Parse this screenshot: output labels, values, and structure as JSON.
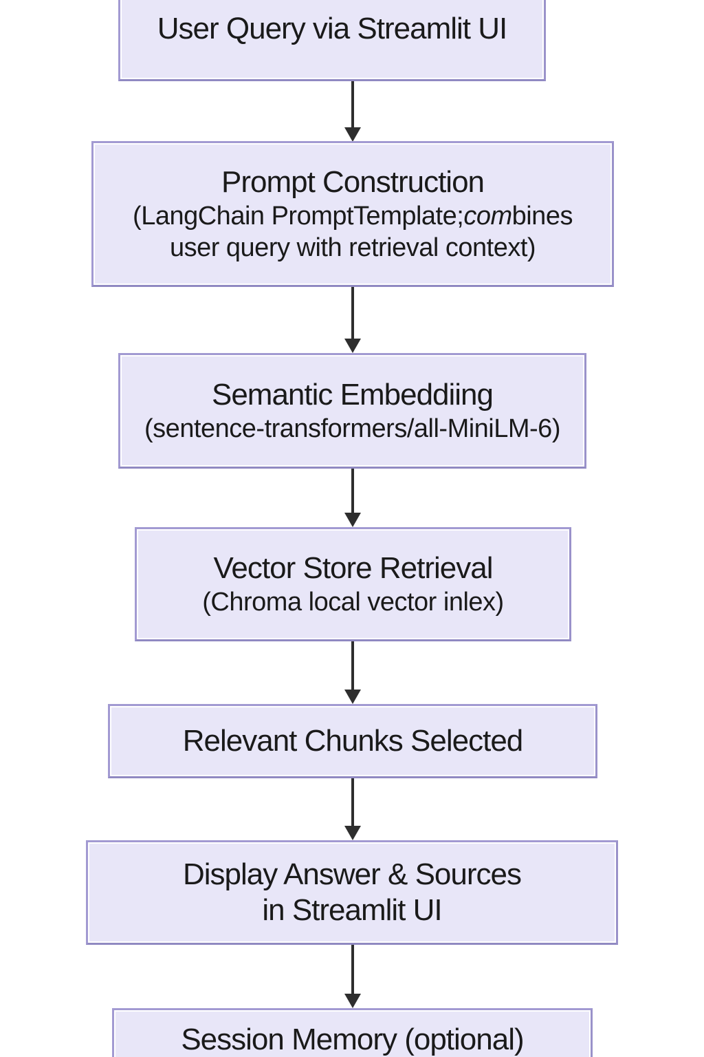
{
  "diagram": {
    "title": "RAG pipeline flowchart",
    "colors": {
      "node_fill": "#e8e6f8",
      "node_border": "#a29ad2",
      "node_inner_line": "#ffffff",
      "arrow": "#2e2e2e",
      "text": "#1a1a1a",
      "background": "#ffffff"
    },
    "nodes": [
      {
        "id": "user-query",
        "title": "User Query via Streamlit UI"
      },
      {
        "id": "prompt-construction",
        "title": "Prompt Construction",
        "sub_pre": "(LangChain PromptTemplate;",
        "sub_italic": "com",
        "sub_post": "bines",
        "sub_line2": "user query with retrieval context)"
      },
      {
        "id": "semantic-embedding",
        "title": "Semantic Embeddiing",
        "subtitle": "(sentence-transformers/all-MiniLM-6)"
      },
      {
        "id": "vector-store-retrieval",
        "title": "Vector Store Retrieval",
        "subtitle": "(Chroma local vector inlex)"
      },
      {
        "id": "relevant-chunks",
        "title": "Relevant Chunks Selected"
      },
      {
        "id": "display-answer",
        "title": "Display Answer & Sources",
        "title_line2": "in Streamlit UI"
      },
      {
        "id": "session-memory",
        "title": "Session Memory (optional)"
      }
    ]
  }
}
